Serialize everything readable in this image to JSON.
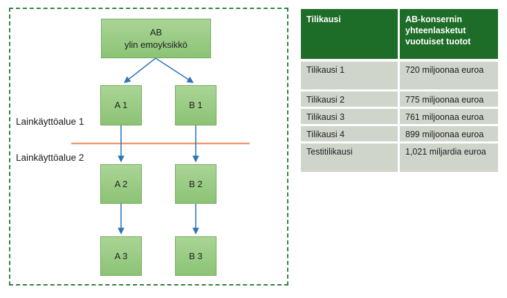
{
  "diagram": {
    "border_color": "#2e7d3c",
    "node_fill_top": "#aad596",
    "node_fill_bottom": "#8bc375",
    "node_border_color": "#74aa5b",
    "arrow_color": "#2e75b5",
    "divider_color": "#ef9a70",
    "nodes": {
      "root_line1": "AB",
      "root_line2": "ylin emoyksikkö",
      "a1": "A 1",
      "b1": "B 1",
      "a2": "A 2",
      "b2": "B 2",
      "a3": "A 3",
      "b3": "B 3"
    },
    "labels": {
      "jurisdiction1": "Lainkäyttöalue 1",
      "jurisdiction2": "Lainkäyttöalue 2"
    }
  },
  "table": {
    "header_bg": "#1d6c28",
    "row_bg": "#d0d5cc",
    "header": {
      "col1": "Tilikausi",
      "col2": "AB-konsernin yhteenlasketut vuotuiset tuotot"
    },
    "rows": [
      {
        "period": "Tilikausi 1",
        "value": "720 miljoonaa euroa"
      },
      {
        "period": "Tilikausi 2",
        "value": "775 miljoonaa euroa"
      },
      {
        "period": "Tilikausi 3",
        "value": "761 miljoonaa euroa"
      },
      {
        "period": "Tilikausi 4",
        "value": "899 miljoonaa euroa"
      },
      {
        "period": "Testitilikausi",
        "value": "1,021 miljardia euroa"
      }
    ]
  }
}
